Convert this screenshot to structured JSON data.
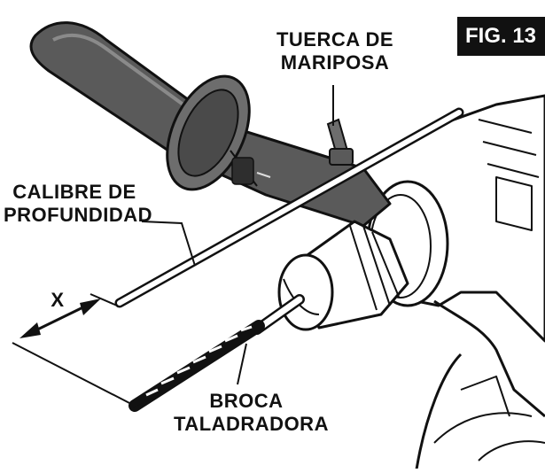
{
  "figure_label": "FIG. 13",
  "labels": {
    "wing_nut": {
      "line1": "TUERCA DE",
      "line2": "MARIPOSA"
    },
    "depth_gauge": {
      "line1": "CALIBRE DE",
      "line2": "PROFUNDIDAD"
    },
    "drill_bit": {
      "line1": "BROCA",
      "line2": "TALADRADORA"
    },
    "dimension": "X"
  },
  "colors": {
    "ink": "#111111",
    "handle_dark": "#4a4a4a",
    "handle_mid": "#6d6d6d",
    "background": "#ffffff"
  }
}
